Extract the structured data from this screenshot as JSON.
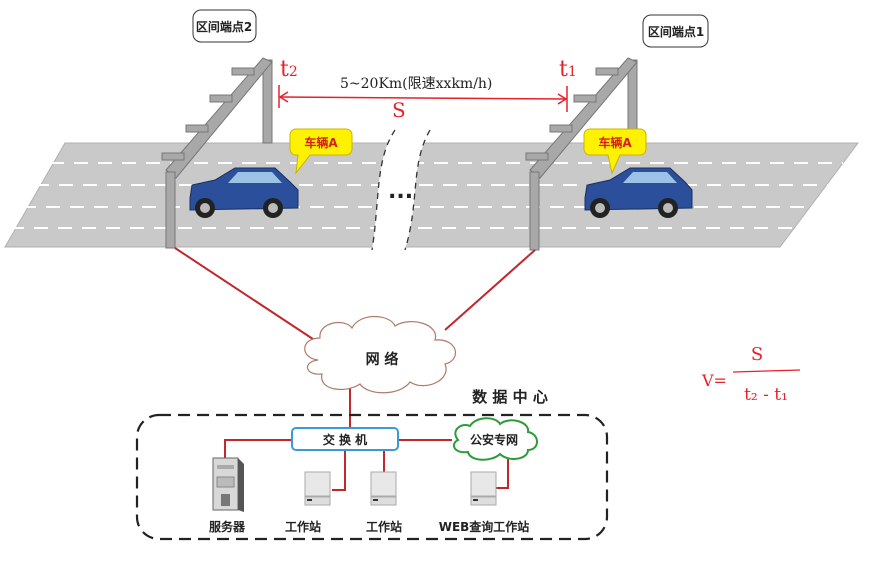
{
  "endpoints": {
    "left": "区间端点2",
    "right": "区间端点1"
  },
  "times": {
    "left_main": "t",
    "left_sub": "2",
    "right_main": "t",
    "right_sub": "1"
  },
  "distance_label": "5~20Km(限速xxkm/h)",
  "distance_symbol": "S",
  "vehicle_label": "车辆A",
  "ellipsis": "...",
  "network_label": "网  络",
  "data_center": {
    "title": "数 据 中 心",
    "switch_label": "交 换 机",
    "police_net_label": "公安专网",
    "server_label": "服务器",
    "workstation_label": "工作站",
    "web_workstation_label": "WEB查询工作站"
  },
  "formula": {
    "lhs": "V=",
    "numerator": "S",
    "denominator": "t₂ - t₁"
  },
  "colors": {
    "link": "#c0282c",
    "annotation": "#e8202a",
    "road": "#c8c8c8",
    "callout": "#fff200",
    "switch_border": "#3a9ad9",
    "police_cloud": "#2e9a3a"
  }
}
